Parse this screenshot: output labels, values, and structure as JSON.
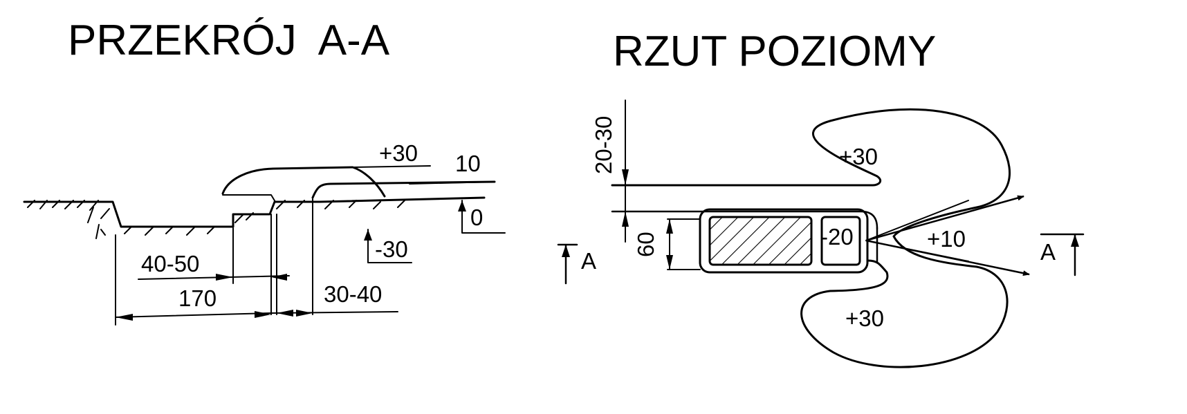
{
  "section_view": {
    "title": "PRZEKRÓJ  A-A",
    "levels": {
      "top": "+30",
      "embankment": "10",
      "ground": "0",
      "trench": "-30"
    },
    "dimensions": {
      "step": "40-50",
      "total": "170",
      "edge": "30-40"
    }
  },
  "plan_view": {
    "title": "RZUT POZIOMY",
    "dimensions": {
      "top_offset": "20-30",
      "width": "60"
    },
    "levels": {
      "upper_lobe": "+30",
      "lower_lobe": "+30",
      "pit": "-20",
      "channel": "+10"
    },
    "section_marks": {
      "left": "A",
      "right": "A"
    }
  }
}
